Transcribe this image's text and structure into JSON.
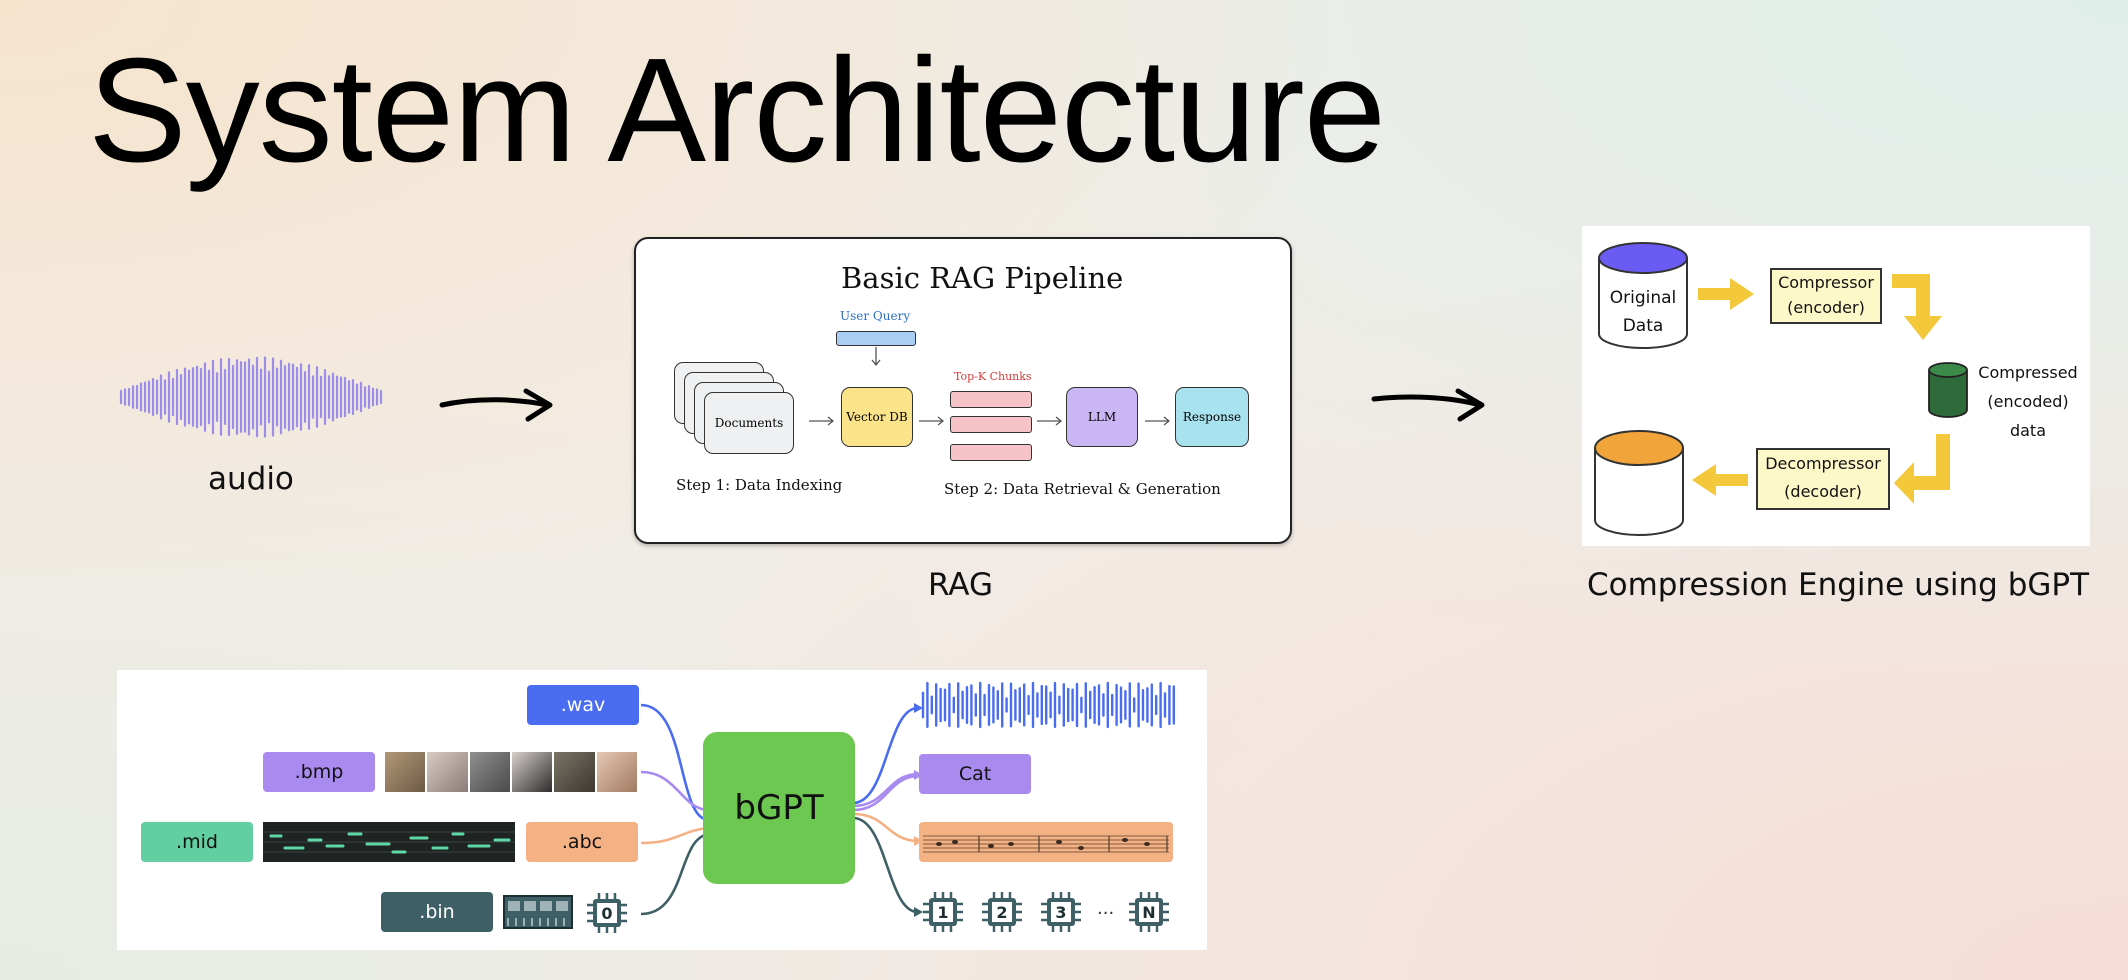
{
  "slide": {
    "title": "System Architecture"
  },
  "audio_block": {
    "label": "audio"
  },
  "rag": {
    "caption": "RAG",
    "heading": "Basic RAG Pipeline",
    "user_query": "User Query",
    "documents": "Documents",
    "vector_db": "Vector DB",
    "top_k": "Top-K Chunks",
    "llm": "LLM",
    "response": "Response",
    "step1": "Step 1: Data Indexing",
    "step2": "Step 2: Data Retrieval & Generation",
    "colors": {
      "vector_db": "#fbe38a",
      "chunks": "#f6c4c8",
      "llm": "#cbb6f5",
      "response": "#a8e2ee",
      "query": "#a9cdf3"
    }
  },
  "compression": {
    "caption": "Compression Engine using bGPT",
    "original": "Original Data",
    "compressor_line1": "Compressor",
    "compressor_line2": "(encoder)",
    "compressed_line1": "Compressed",
    "compressed_line2": "(encoded)",
    "compressed_line3": "data",
    "decompressor_line1": "Decompressor",
    "decompressor_line2": "(decoder)",
    "colors": {
      "original": "#6a5cf2",
      "compressed": "#2f6b3a",
      "restored": "#f0a43a",
      "box": "#fdf8c8",
      "arrow": "#f3c83a"
    }
  },
  "bgpt": {
    "center": "bGPT",
    "inputs": {
      "wav": ".wav",
      "bmp": ".bmp",
      "mid": ".mid",
      "abc": ".abc",
      "bin": ".bin"
    },
    "outputs": {
      "cat": "Cat",
      "chip1": "1",
      "chip2": "2",
      "chip3": "3",
      "ellipsis": "...",
      "chipN": "N",
      "chip0": "0"
    },
    "colors": {
      "wav": "#4a6cf0",
      "bmp": "#a98bef",
      "mid": "#62cfa3",
      "abc": "#f4b184",
      "bin": "#3e5f66",
      "center": "#6cc851"
    }
  }
}
